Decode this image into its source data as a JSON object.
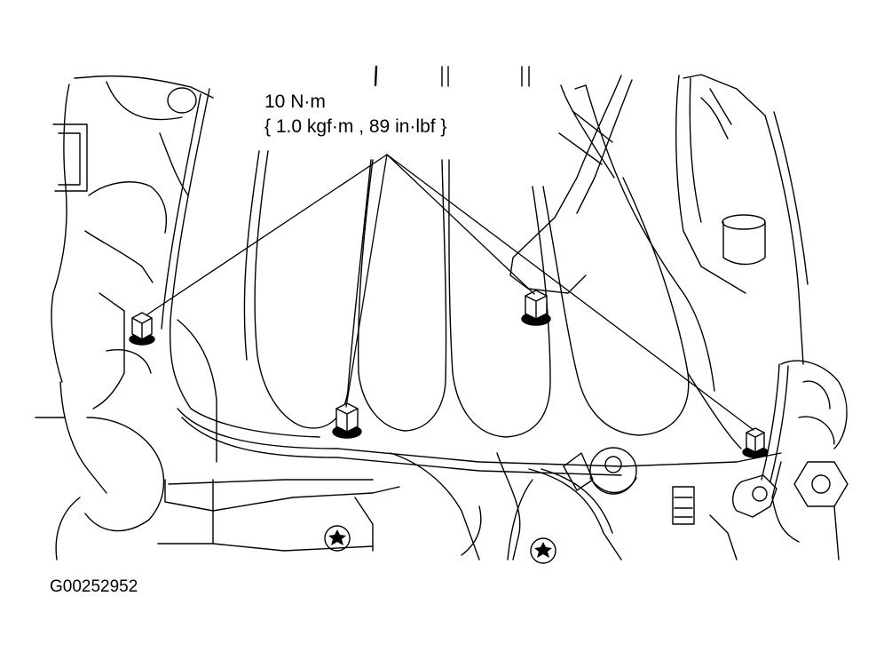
{
  "callout": {
    "torque_nm": "10 N·m",
    "torque_alt": "{ 1.0 kgf·m , 89 in·lbf }"
  },
  "figure_id": "G00252952",
  "colors": {
    "ink": "#000000",
    "paper": "#ffffff"
  },
  "icons": {
    "bolt": "hex-flange-bolt-icon",
    "torx": "torx-bolt-icon"
  }
}
